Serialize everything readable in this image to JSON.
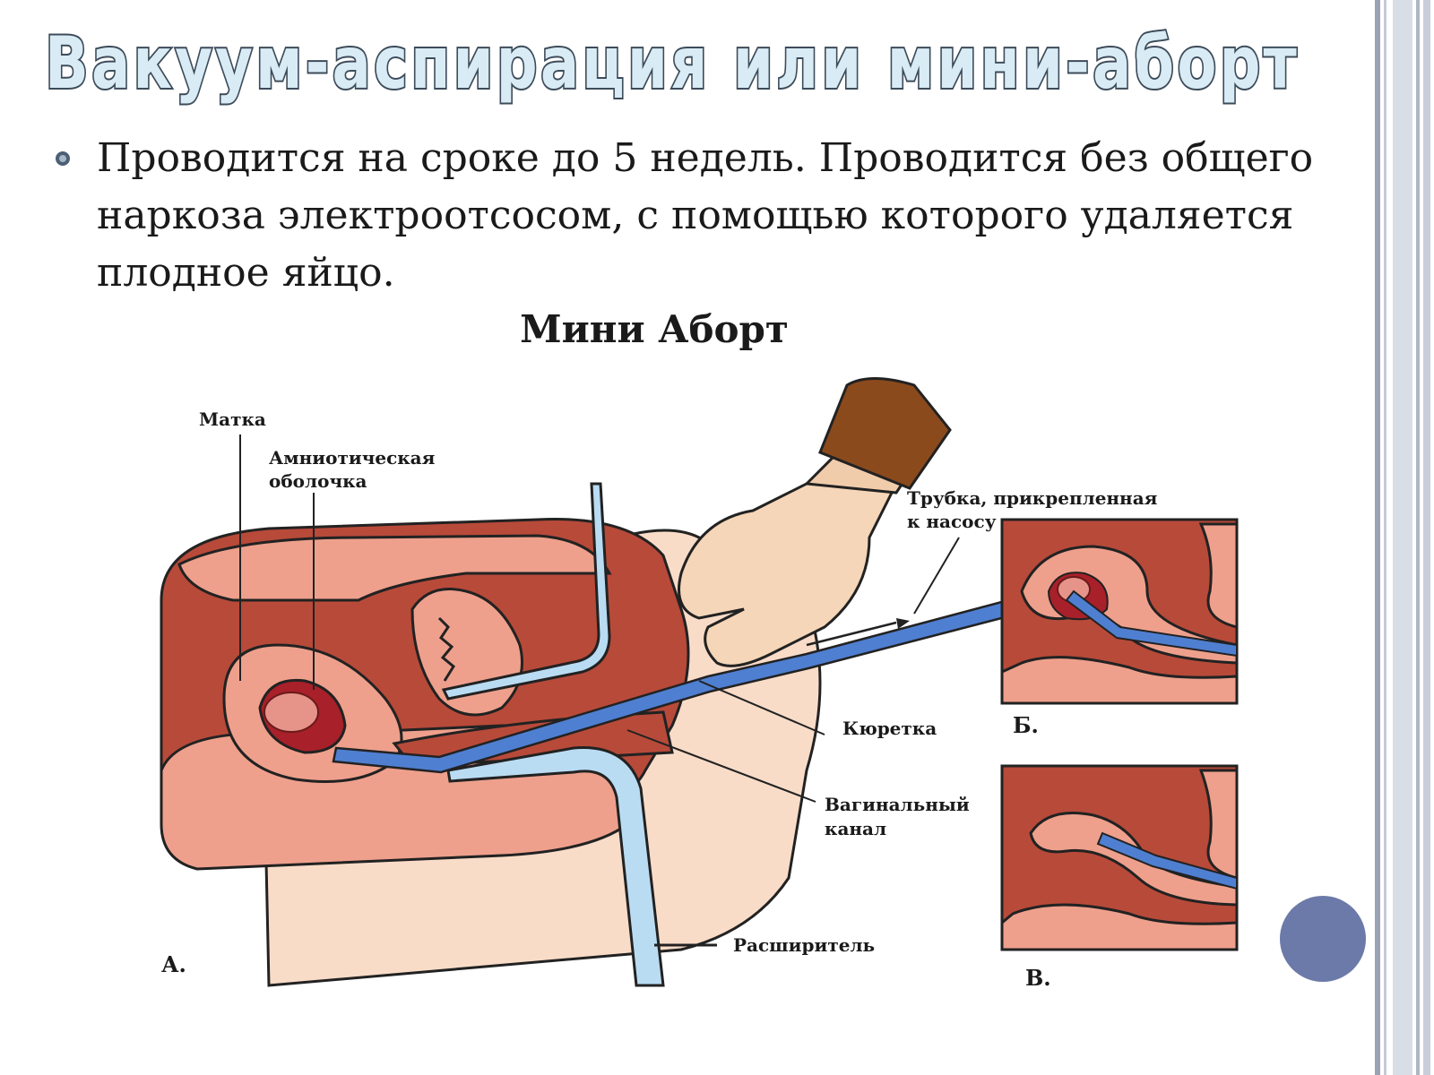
{
  "slide": {
    "title": "Вакуум-аспирация или мини-аборт",
    "bullet_text": "Проводится на сроке до 5 недель. Проводится без общего наркоза электроотсосом, с помощью которого удаляется плодное яйцо."
  },
  "diagram": {
    "heading": "Мини Аборт",
    "labels": {
      "uterus": "Матка",
      "amnion_line1": "Амниотическая",
      "amnion_line2": "оболочка",
      "tube_line1": "Трубка, прикрепленная",
      "tube_line2": "к насосу",
      "curette": "Кюретка",
      "vaginal_line1": "Вагинальный",
      "vaginal_line2": "канал",
      "dilator": "Расширитель"
    },
    "panel_letters": {
      "a": "А.",
      "b": "Б.",
      "v": "В."
    }
  },
  "colors": {
    "title_fill": "#d9ecf5",
    "title_stroke": "#3d4b59",
    "tissue_dark": "#b84a3a",
    "tissue_light": "#eea08c",
    "skin": "#f9dcc8",
    "tube_blue": "#4f7fd1",
    "dilator_blue": "#b9dcf3",
    "glove": "#f5d6b8",
    "sleeve": "#8b4a1c",
    "accent_circle": "#6b7aa8"
  },
  "icons": {
    "bullet": "circle-bullet-icon"
  }
}
